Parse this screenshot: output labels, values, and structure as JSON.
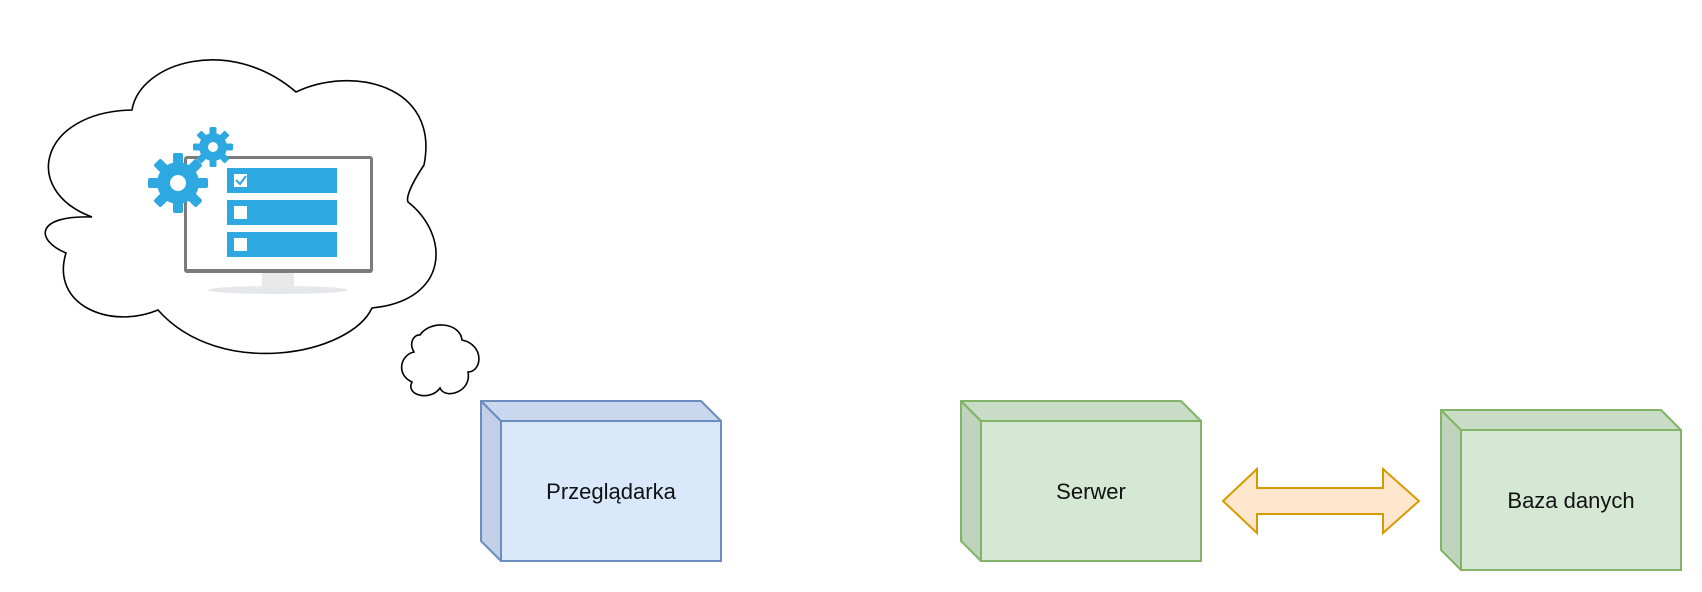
{
  "nodes": {
    "browser": {
      "label": "Przeglądarka",
      "fill": "#dae8fc",
      "stroke": "#6c8ebf",
      "side_fill": "#c2cfe6",
      "top_fill": "#c9d7ef"
    },
    "server": {
      "label": "Serwer",
      "fill": "#d5e8d4",
      "stroke": "#82b366",
      "side_fill": "#bfd3bd",
      "top_fill": "#c8dcc6"
    },
    "database": {
      "label": "Baza danych",
      "fill": "#d5e8d4",
      "stroke": "#82b366",
      "side_fill": "#bfd3bd",
      "top_fill": "#c8dcc6"
    }
  },
  "connector": {
    "type": "double-arrow",
    "fill": "#ffe6cc",
    "stroke": "#d79b00"
  },
  "thought_cloud": {
    "icon": "app-settings-monitor-icon",
    "accent": "#2ea8e0",
    "checklist": [
      true,
      false,
      false
    ]
  }
}
